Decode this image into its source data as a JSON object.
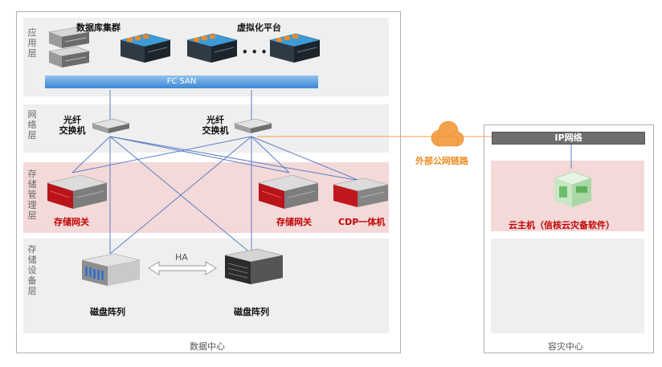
{
  "layers": {
    "application": "应用层",
    "network": "网络层",
    "storage_management": "存储管理层",
    "storage_device": "存储设备层"
  },
  "labels": {
    "database_cluster": "数据库集群",
    "virtualization_platform": "虚拟化平台",
    "ellipsis": "• • •",
    "fc_san": "FC SAN",
    "fiber_switch_1": "光纤\n交换机",
    "fiber_switch_2": "光纤\n交换机",
    "storage_gateway_1": "存储网关",
    "storage_gateway_2": "存储网关",
    "cdp_appliance": "CDP一体机",
    "ha": "HA",
    "disk_array_1": "磁盘阵列",
    "disk_array_2": "磁盘阵列",
    "data_center": "数据中心",
    "external_link": "外部公网链路",
    "ip_network": "IP网络",
    "cloud_host": "云主机（信核云灾备软件）",
    "dr_center": "容灾中心"
  },
  "colors": {
    "fc_san": "#4a90d9",
    "connection_lines": "#5b7fc7",
    "external_link_line": "#f5a04a",
    "storage_mgmt_band": "#f4d9d9",
    "gateway_red": "#c00000"
  },
  "icons": [
    "server-icon",
    "vmware-server-icon",
    "fiber-switch-icon",
    "storage-gateway-icon",
    "cdp-appliance-icon",
    "disk-array-icon",
    "cloud-icon",
    "cloud-host-icon",
    "bidirectional-arrow-icon"
  ]
}
